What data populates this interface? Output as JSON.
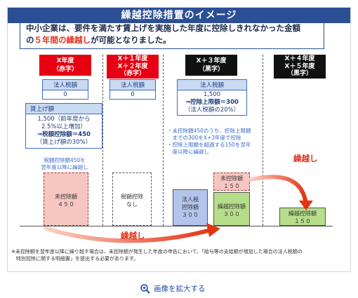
{
  "title": "繰越控除措置のイメージ",
  "intro": {
    "line1": "中小企業は、要件を満たす賃上げを実施した年度に控除しきれなかった金額",
    "line2_pre": "の",
    "line2_highlight": "５年間の繰越し",
    "line2_post": "が可能となりました。"
  },
  "columns": [
    {
      "line1": "X年度",
      "line2": "（赤字）"
    },
    {
      "line1": "X＋１年度",
      "line2": "X＋２年度",
      "line3": "（赤字）"
    },
    {
      "line1": "X＋３年度",
      "line2": "（黒字）"
    },
    {
      "line1": "X＋４年度",
      "line2": "X＋５年度",
      "line3": "（黒字）"
    }
  ],
  "col1": {
    "tax_label": "法人税額",
    "tax_value": "0",
    "wage_label": "賃上げ額",
    "wage_line1": "1,500（前年度から",
    "wage_line2": "2.5%以上増加）",
    "wage_line3": "⇒税額控除額＝450",
    "wage_line4": "（賃上げ額の30%）",
    "note_line1": "税額控除額450を",
    "note_line2": "翌年度以降に繰越し",
    "bar_line1": "未控除額",
    "bar_line2": "４５０"
  },
  "col2": {
    "tax_label": "法人税額",
    "tax_value": "0",
    "bar_line1": "税額控除",
    "bar_line2": "なし"
  },
  "col3": {
    "tax_label": "法人税額",
    "tax_line1": "1,500",
    "tax_line2": "⇒控除上限額＝300",
    "tax_line3": "（法人税額の20%）",
    "note_line1": "・未控除額450のうち、控除上限額",
    "note_line2": "　までの300をX+3年度で控除",
    "note_line3": "・控除上限額を超過する150を翌年",
    "note_line4": "　度以降に繰越し",
    "bar_tax_line1": "法人税",
    "bar_tax_line2": "控除額",
    "bar_tax_line3": "３００",
    "bar_carry_line1": "未控除額",
    "bar_carry_line2": "１５０",
    "bar_deduct_line1": "繰越控除額",
    "bar_deduct_line2": "３００"
  },
  "col4": {
    "bar_line1": "繰越控除額",
    "bar_line2": "１５０"
  },
  "carry_label_bottom": "繰越し",
  "carry_label_right": "繰越し",
  "footnote_line1": "※未控除額を翌年度以降に繰り越す場合は、未控除額が発生した年度の申告において、「給与等の支給額が増加した場合の法人税額の",
  "footnote_line2": "　特別控除に関する明細書」を提出する必要があります。",
  "zoom_label": "画像を拡大する",
  "colors": {
    "title_bg": "#2b4f95",
    "red": "#e60012",
    "accent": "#e0331e"
  }
}
